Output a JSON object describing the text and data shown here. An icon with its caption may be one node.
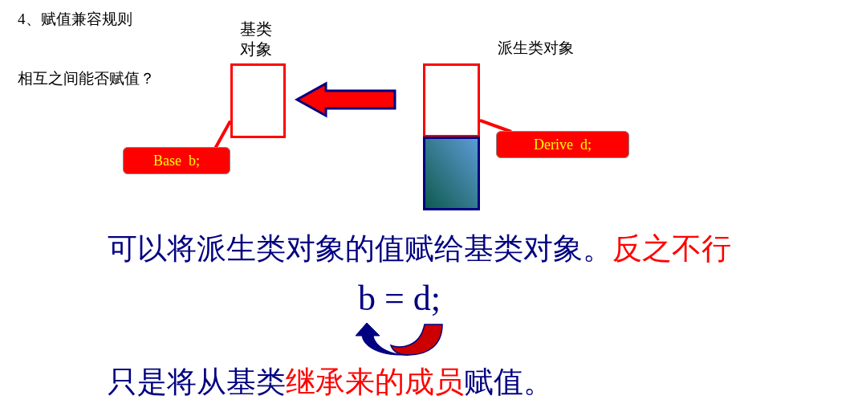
{
  "diagram": {
    "title": "4、赋值兼容规则",
    "nodes": [
      {
        "text": [
          "基类对象"
        ]
      },
      {
        "text": [],
        "shape": "box"
      },
      {
        "text": [],
        "shape": "box"
      },
      {
        "text": [
          "Base  b;"
        ]
      },
      {
        "text": [
          "Derive  d;"
        ]
      }
    ],
    "edges": [
      {
        "from": 1,
        "to": 0,
        "arrow": "to",
        "style": "thick"
      },
      {
        "from": 3,
        "to": 0,
        "arrow": "none"
      },
      {
        "from": 4,
        "to": 1,
        "arrow": "none"
      }
    ],
    "labels": [
      "相互之间能否赋值？",
      "派生类对象",
      "可以将派生类对象的值赋给基类对象。",
      "反之不行",
      "b = d;",
      "只是将从基类",
      "继承来的成员",
      "赋值。"
    ]
  }
}
